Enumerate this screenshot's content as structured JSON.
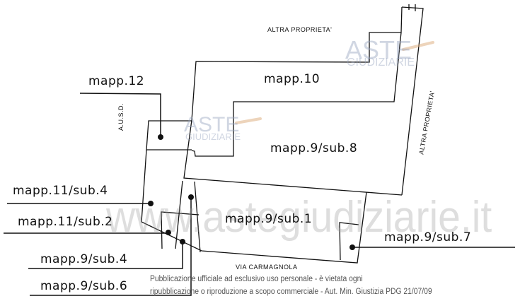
{
  "labels": {
    "altra_top": "ALTRA PROPRIETA'",
    "altra_right": "ALTRA PROPRIETA'",
    "ausd": "A.U.S.D.",
    "mapp10": "mapp.10",
    "mapp12": "mapp.12",
    "mapp9sub8": "mapp.9/sub.8",
    "mapp11sub4": "mapp.11/sub.4",
    "mapp11sub2": "mapp.11/sub.2",
    "mapp9sub1": "mapp.9/sub.1",
    "mapp9sub7": "mapp.9/sub.7",
    "mapp9sub4": "mapp.9/sub.4",
    "mapp9sub6": "mapp.9/sub.6",
    "street": "VIA  CARMAGNOLA"
  },
  "watermarks": {
    "aste": "ASTE",
    "giudiziarie": "GIUDIZIARIE",
    "site": "www.astegiudiziarie.it"
  },
  "notice": {
    "line1": "Pubblicazione ufficiale ad esclusivo uso personale - è vietata ogni",
    "line2": "ripubblicazione o riproduzione a scopo commerciale - Aut. Min. Giustizia PDG 21/07/09"
  }
}
